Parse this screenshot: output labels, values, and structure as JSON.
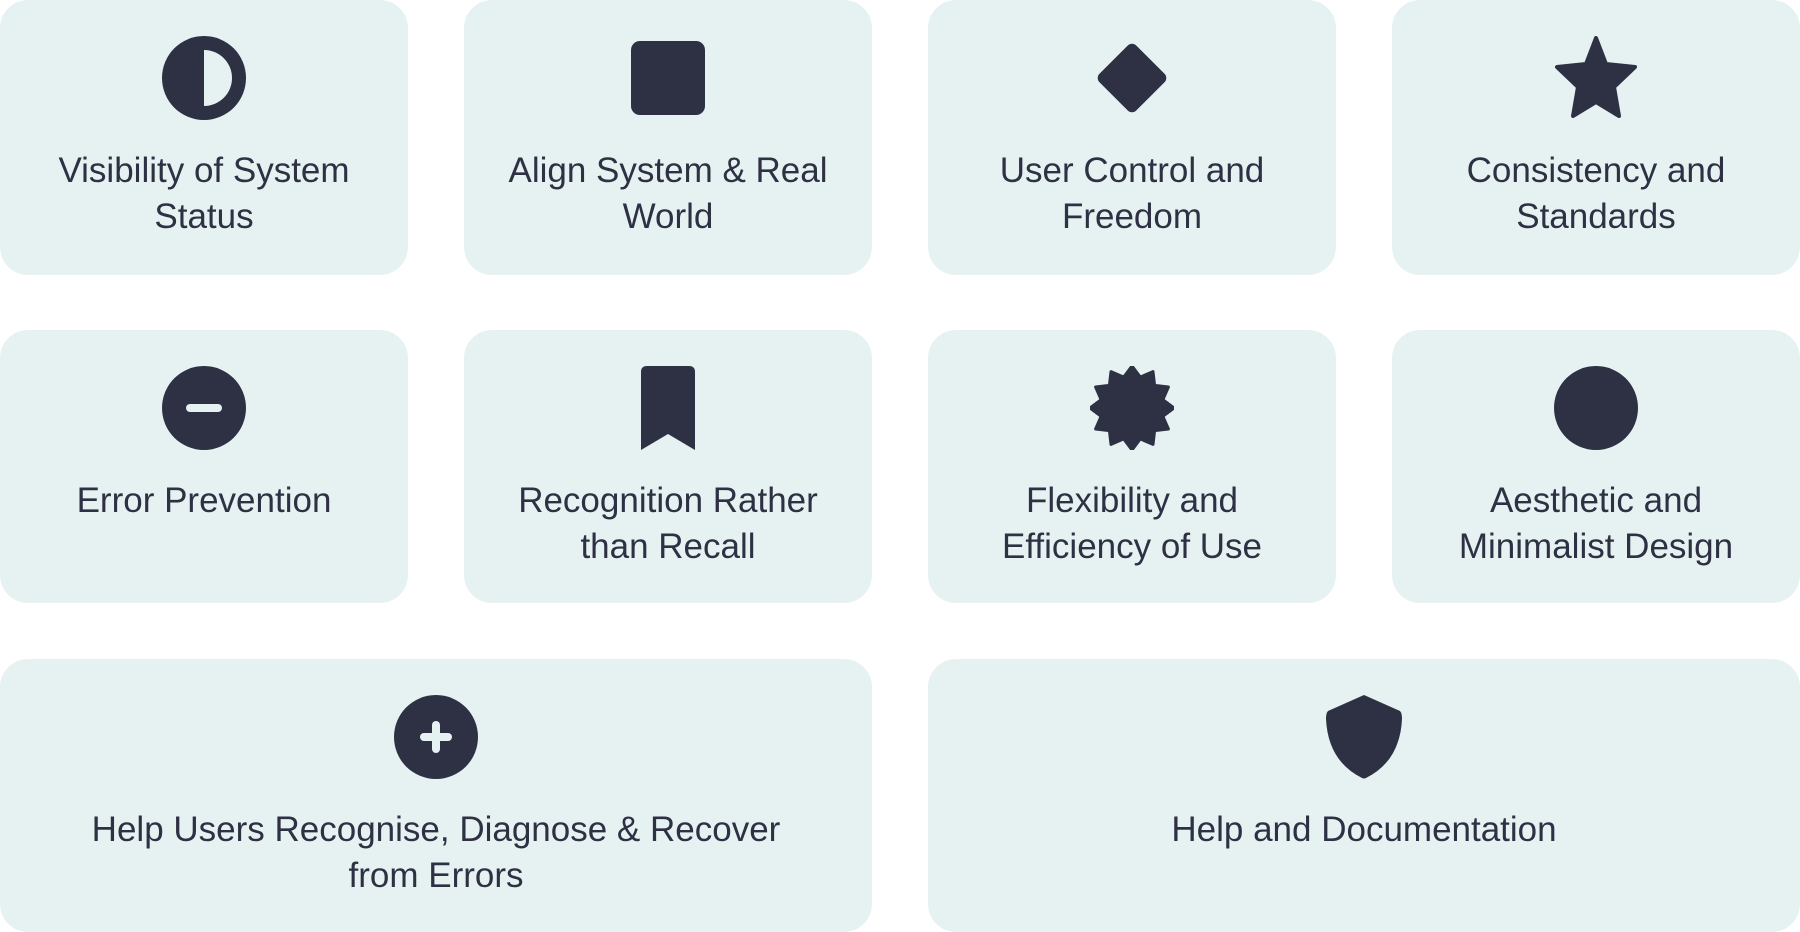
{
  "colors": {
    "card_bg": "#e6f2f2",
    "icon": "#2e3043",
    "text": "#2e3043"
  },
  "heuristics": [
    {
      "label": "Visibility of System Status",
      "icon": "half-circle-icon"
    },
    {
      "label": "Align System & Real World",
      "icon": "square-icon"
    },
    {
      "label": "User Control and Freedom",
      "icon": "diamond-icon"
    },
    {
      "label": "Consistency and Standards",
      "icon": "star-icon"
    },
    {
      "label": "Error Prevention",
      "icon": "minus-circle-icon"
    },
    {
      "label": "Recognition Rather than Recall",
      "icon": "bookmark-icon"
    },
    {
      "label": "Flexibility and Efficiency of Use",
      "icon": "badge-icon"
    },
    {
      "label": "Aesthetic and Minimalist Design",
      "icon": "circle-icon"
    },
    {
      "label": "Help Users Recognise, Diagnose & Recover from Errors",
      "icon": "plus-circle-icon"
    },
    {
      "label": "Help and Documentation",
      "icon": "shield-icon"
    }
  ]
}
